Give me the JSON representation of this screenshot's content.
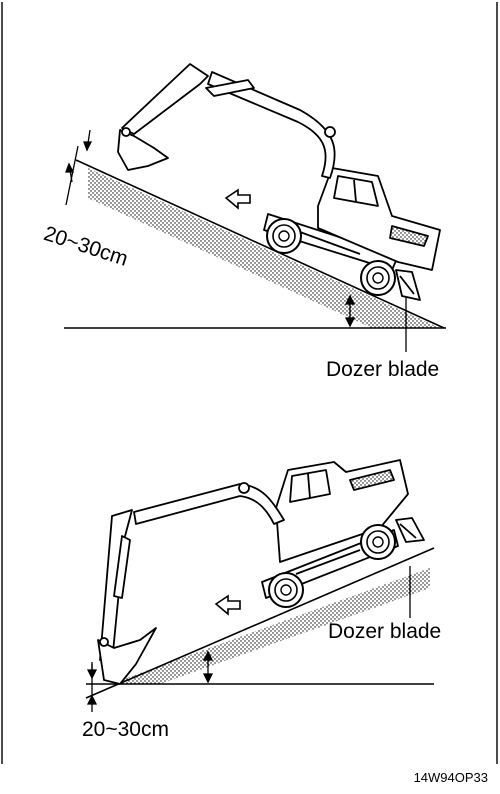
{
  "top_figure": {
    "dimension_label": "20~30cm",
    "blade_label": "Dozer blade"
  },
  "bottom_figure": {
    "dimension_label": "20~30cm",
    "blade_label": "Dozer blade"
  },
  "figure_code": "14W94OP33"
}
